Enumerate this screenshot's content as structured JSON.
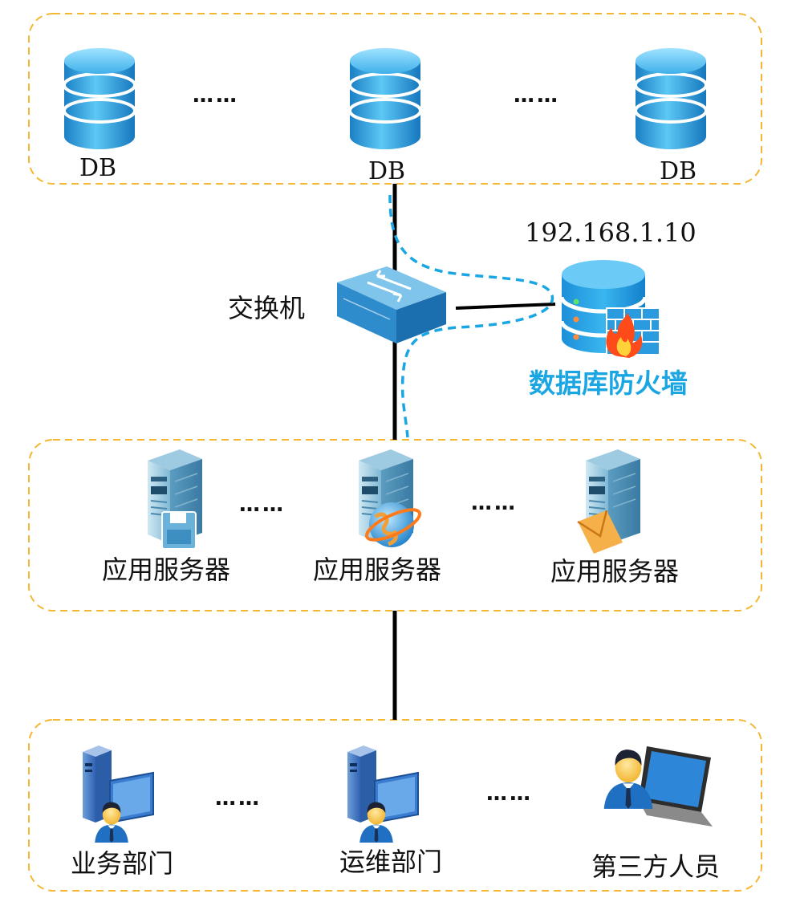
{
  "zones": {
    "database": {
      "db_labels": [
        "DB",
        "DB",
        "DB"
      ],
      "ellipsis": [
        "……",
        "……"
      ]
    },
    "network": {
      "switch_label": "交换机",
      "firewall_ip": "192.168.1.10",
      "firewall_label": "数据库防火墙"
    },
    "application": {
      "server_labels": [
        "应用服务器",
        "应用服务器",
        "应用服务器"
      ],
      "ellipsis": [
        "……",
        "……"
      ]
    },
    "users": {
      "user_labels": [
        "业务部门",
        "运维部门",
        "第三方人员"
      ],
      "ellipsis": [
        "……",
        "……"
      ]
    }
  },
  "colors": {
    "zone_border": "#f5b731",
    "accent": "#1aa6e3",
    "line": "#000000"
  }
}
